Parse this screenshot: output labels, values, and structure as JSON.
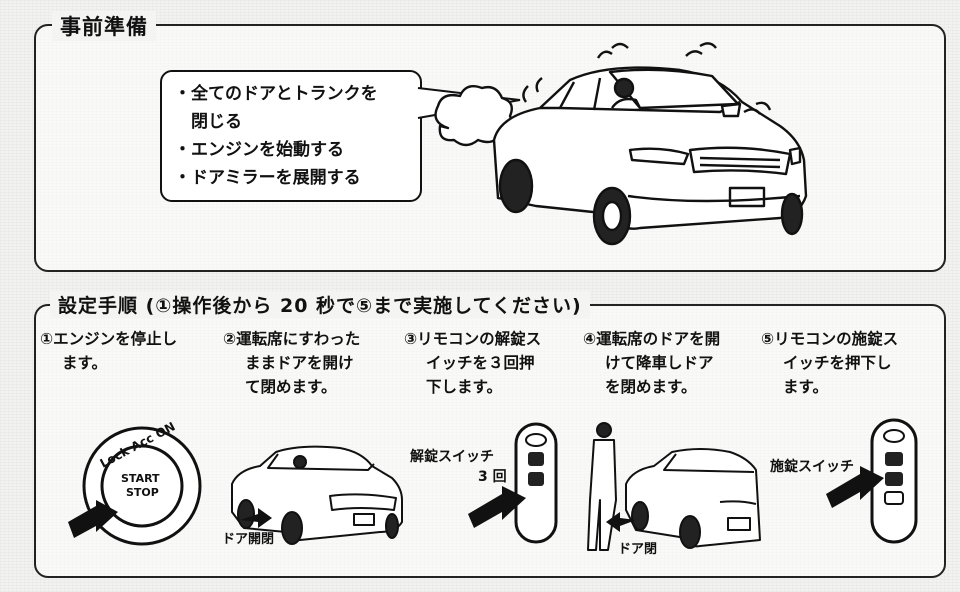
{
  "prep": {
    "title": "事前準備",
    "items": [
      "全てのドアとトランクを",
      "閉じる",
      "エンジンを始動する",
      "ドアミラーを展開する"
    ]
  },
  "procedure": {
    "title": "設定手順 (①操作後から 20 秒で⑤まで実施してください)",
    "steps": [
      {
        "l1": "①エンジンを停止し",
        "l2": "ます。",
        "l3": ""
      },
      {
        "l1": "②運転席にすわった",
        "l2": "ままドアを開け",
        "l3": "て閉めます。"
      },
      {
        "l1": "③リモコンの解錠ス",
        "l2": "イッチを３回押",
        "l3": "下します。"
      },
      {
        "l1": "④運転席のドアを開",
        "l2": "けて降車しドア",
        "l3": "を閉めます。"
      },
      {
        "l1": "⑤リモコンの施錠ス",
        "l2": "イッチを押下し",
        "l3": "ます。"
      }
    ]
  },
  "labels": {
    "lock_acc_on": "Lock Acc ON",
    "start": "START",
    "stop": "STOP",
    "door_open_close": "ドア開閉",
    "unlock_switch": "解錠スイッチ",
    "three_times": "3 回",
    "door_close": "ドア閉",
    "lock_switch": "施錠スイッチ"
  }
}
